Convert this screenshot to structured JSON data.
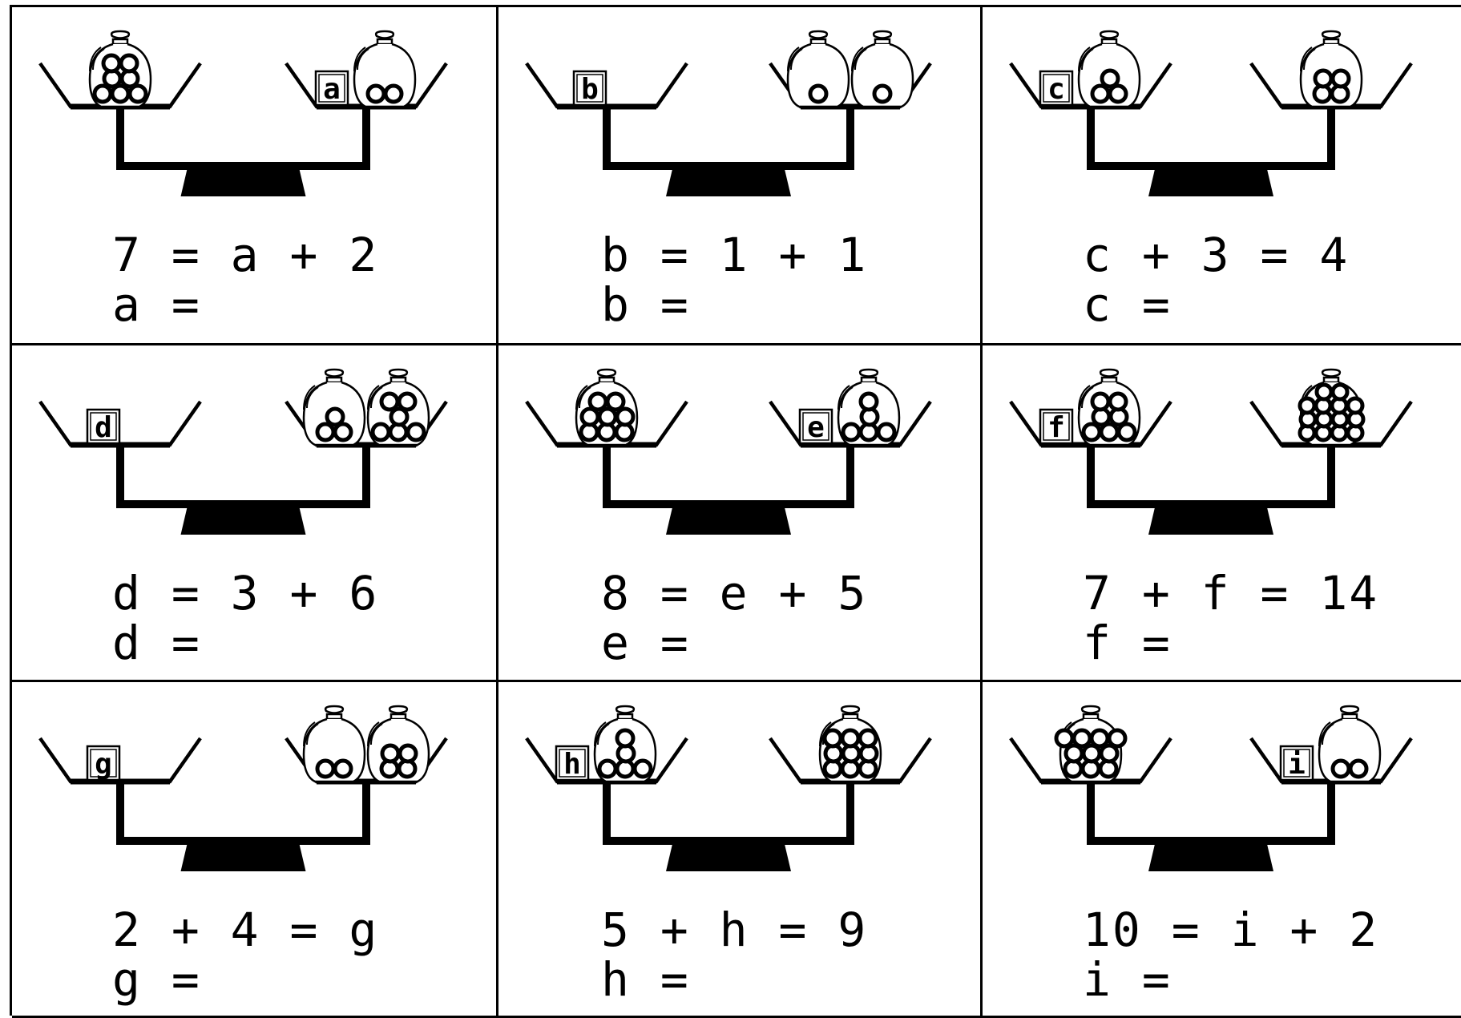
{
  "worksheet": {
    "problems": [
      {
        "unknown": "a",
        "equation": "7 = a + 2",
        "answer_prompt": "a =",
        "left": {
          "label": null,
          "bags": [
            7
          ]
        },
        "right": {
          "label": "a",
          "bags": [
            2
          ]
        }
      },
      {
        "unknown": "b",
        "equation": "b = 1 + 1",
        "answer_prompt": "b =",
        "left": {
          "label": "b",
          "bags": []
        },
        "right": {
          "label": null,
          "bags": [
            1,
            1
          ]
        }
      },
      {
        "unknown": "c",
        "equation": "c + 3 = 4",
        "answer_prompt": "c =",
        "left": {
          "label": "c",
          "bags": [
            3
          ]
        },
        "right": {
          "label": null,
          "bags": [
            4
          ]
        }
      },
      {
        "unknown": "d",
        "equation": "d = 3 + 6",
        "answer_prompt": "d =",
        "left": {
          "label": "d",
          "bags": []
        },
        "right": {
          "label": null,
          "bags": [
            3,
            6
          ]
        }
      },
      {
        "unknown": "e",
        "equation": "8 = e + 5",
        "answer_prompt": "e =",
        "left": {
          "label": null,
          "bags": [
            8
          ]
        },
        "right": {
          "label": "e",
          "bags": [
            5
          ]
        }
      },
      {
        "unknown": "f",
        "equation": "7 + f = 14",
        "answer_prompt": "f =",
        "left": {
          "label": "f",
          "bags": [
            7
          ]
        },
        "right": {
          "label": null,
          "bags": [
            14
          ]
        }
      },
      {
        "unknown": "g",
        "equation": "2 + 4 = g",
        "answer_prompt": "g =",
        "left": {
          "label": "g",
          "bags": []
        },
        "right": {
          "label": null,
          "bags": [
            2,
            4
          ]
        }
      },
      {
        "unknown": "h",
        "equation": "5 + h = 9",
        "answer_prompt": "h =",
        "left": {
          "label": "h",
          "bags": [
            5
          ]
        },
        "right": {
          "label": null,
          "bags": [
            9
          ]
        }
      },
      {
        "unknown": "i",
        "equation": "10 = i + 2",
        "answer_prompt": "i =",
        "left": {
          "label": null,
          "bags": [
            10
          ]
        },
        "right": {
          "label": "i",
          "bags": [
            2
          ]
        }
      }
    ]
  }
}
